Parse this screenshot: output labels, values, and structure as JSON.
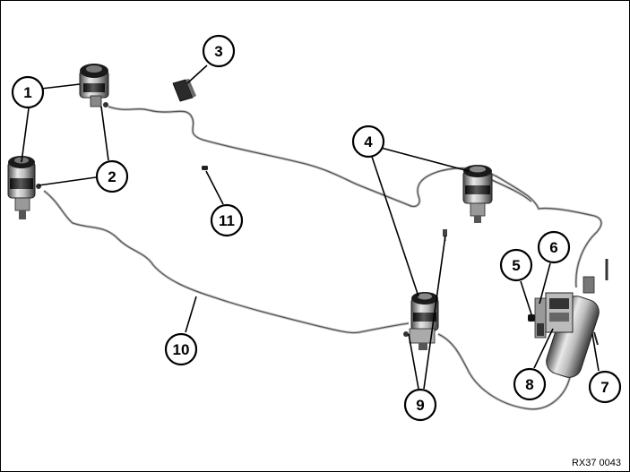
{
  "callouts": [
    {
      "id": "1",
      "label": "1"
    },
    {
      "id": "2",
      "label": "2"
    },
    {
      "id": "3",
      "label": "3"
    },
    {
      "id": "4",
      "label": "4"
    },
    {
      "id": "5",
      "label": "5"
    },
    {
      "id": "6",
      "label": "6"
    },
    {
      "id": "7",
      "label": "7"
    },
    {
      "id": "8",
      "label": "8"
    },
    {
      "id": "9",
      "label": "9"
    },
    {
      "id": "10",
      "label": "10"
    },
    {
      "id": "11",
      "label": "11"
    }
  ],
  "reference_code": "RX37 0043",
  "colors": {
    "ink": "#000000",
    "line": "#555555",
    "component_dark": "#1e1e1e",
    "component_light": "#d8d8d8"
  }
}
